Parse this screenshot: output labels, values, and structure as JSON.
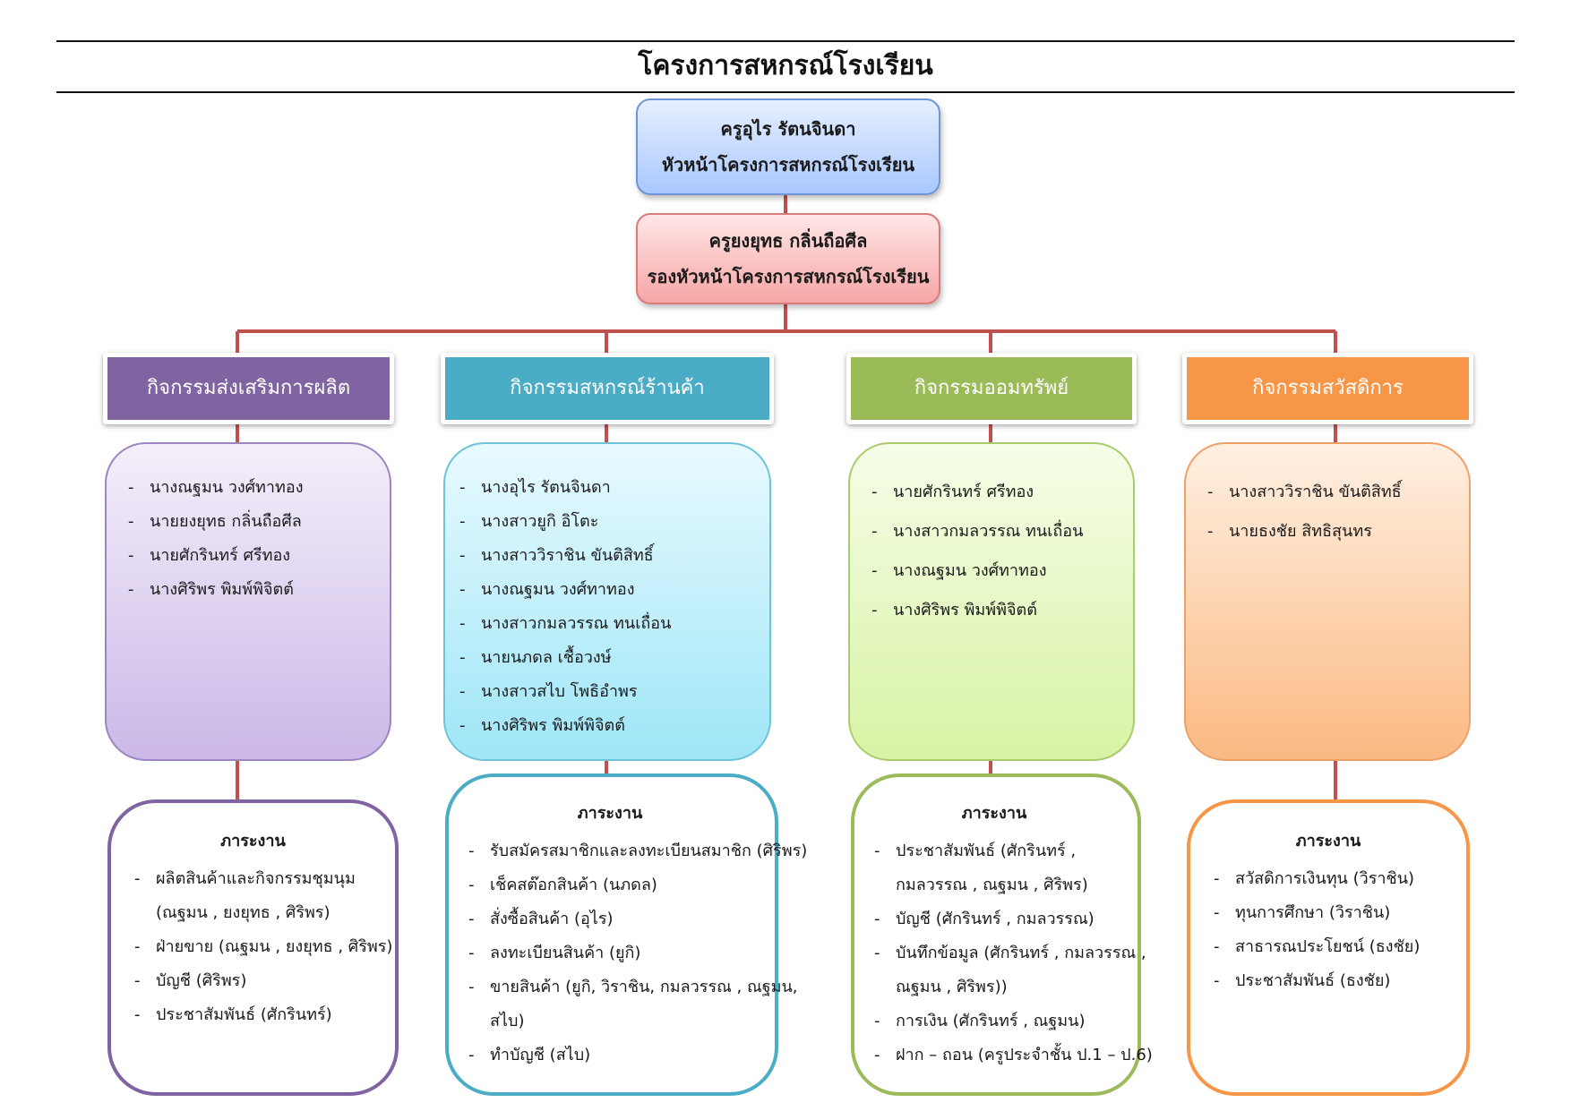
{
  "title": "โครงการสหกรณ์โรงเรียน",
  "head": {
    "name": "ครูอุไร  รัตนจินดา",
    "role": "หัวหน้าโครงการสหกรณ์โรงเรียน"
  },
  "deputy": {
    "name": "ครูยงยุทธ  กลิ่นถือศีล",
    "role": "รองหัวหน้าโครงการสหกรณ์โรงเรียน"
  },
  "colors": {
    "connector": "#c0504d",
    "act1": "#8064a2",
    "act2": "#4bacc6",
    "act3": "#9bbb59",
    "act4": "#f79646"
  },
  "activities": [
    {
      "title": "กิจกรรมส่งเสริมการผลิต",
      "members": [
        "นางณฐมน   วงศ์ทาทอง",
        "นายยงยุทธ  กลิ่นถือศีล",
        "นายศักรินทร์  ศรีทอง",
        "นางศิริพร  พิมพ์พิจิตต์"
      ],
      "duty_heading": "ภาระงาน",
      "duties": [
        {
          "text": "ผลิตสินค้าและกิจกรรมชุมนุม",
          "cont": "(ณฐมน , ยงยุทธ , ศิริพร)"
        },
        {
          "text": "ฝ่ายขาย (ณฐมน , ยงยุทธ , ศิริพร)"
        },
        {
          "text": "บัญชี (ศิริพร)"
        },
        {
          "text": "ประชาสัมพันธ์ (ศักรินทร์)"
        }
      ]
    },
    {
      "title": "กิจกรรมสหกรณ์ร้านค้า",
      "members": [
        "นางอุไร  รัตนจินดา",
        "นางสาวยูกิ  อิโตะ",
        "นางสาววิราชิน  ขันติสิทธิ์",
        "นางณฐมน  วงศ์ทาทอง",
        "นางสาวกมลวรรณ  ทนเถื่อน",
        "นายนภดล  เชื้อวงษ์",
        "นางสาวสไบ  โพธิอำพร",
        "นางศิริพร  พิมพ์พิจิตต์"
      ],
      "duty_heading": "ภาระงาน",
      "duties": [
        {
          "text": "รับสมัครสมาชิกและลงทะเบียนสมาชิก (ศิริพร)"
        },
        {
          "text": "เช็คสต๊อกสินค้า (นภดล)"
        },
        {
          "text": "สั่งซื้อสินค้า (อุไร)"
        },
        {
          "text": "ลงทะเบียนสินค้า (ยูกิ)"
        },
        {
          "text": "ขายสินค้า (ยูกิ, วิราชิน, กมลวรรณ , ณฐมน,",
          "cont": "สไบ)"
        },
        {
          "text": "ทำบัญชี (สไบ)"
        }
      ]
    },
    {
      "title": "กิจกรรมออมทรัพย์",
      "members": [
        "นายศักรินทร์  ศรีทอง",
        "นางสาวกมลวรรณ  ทนเถื่อน",
        "นางณฐมน  วงศ์ทาทอง",
        "นางศิริพร  พิมพ์พิจิตต์"
      ],
      "duty_heading": "ภาระงาน",
      "duties": [
        {
          "text": "ประชาสัมพันธ์ (ศักรินทร์ ,",
          "cont": "กมลวรรณ , ณฐมน , ศิริพร)"
        },
        {
          "text": "บัญชี (ศักรินทร์ , กมลวรรณ)"
        },
        {
          "text": "บันทึกข้อมูล (ศักรินทร์ , กมลวรรณ ,",
          "cont": "ณฐมน , ศิริพร))"
        },
        {
          "text": "การเงิน (ศักรินทร์ , ณฐมน)"
        },
        {
          "text": "ฝาก – ถอน (ครูประจำชั้น ป.1 – ป.6)"
        }
      ]
    },
    {
      "title": "กิจกรรมสวัสดิการ",
      "members": [
        "นางสาววิราชิน  ขันติสิทธิ์",
        "นายธงชัย  สิทธิสุนทร"
      ],
      "duty_heading": "ภาระงาน",
      "duties": [
        {
          "text": "สวัสดิการเงินทุน (วิราชิน)"
        },
        {
          "text": "ทุนการศึกษา (วิราชิน)"
        },
        {
          "text": "สาธารณประโยชน์ (ธงชัย)"
        },
        {
          "text": "ประชาสัมพันธ์ (ธงชัย)"
        }
      ]
    }
  ]
}
